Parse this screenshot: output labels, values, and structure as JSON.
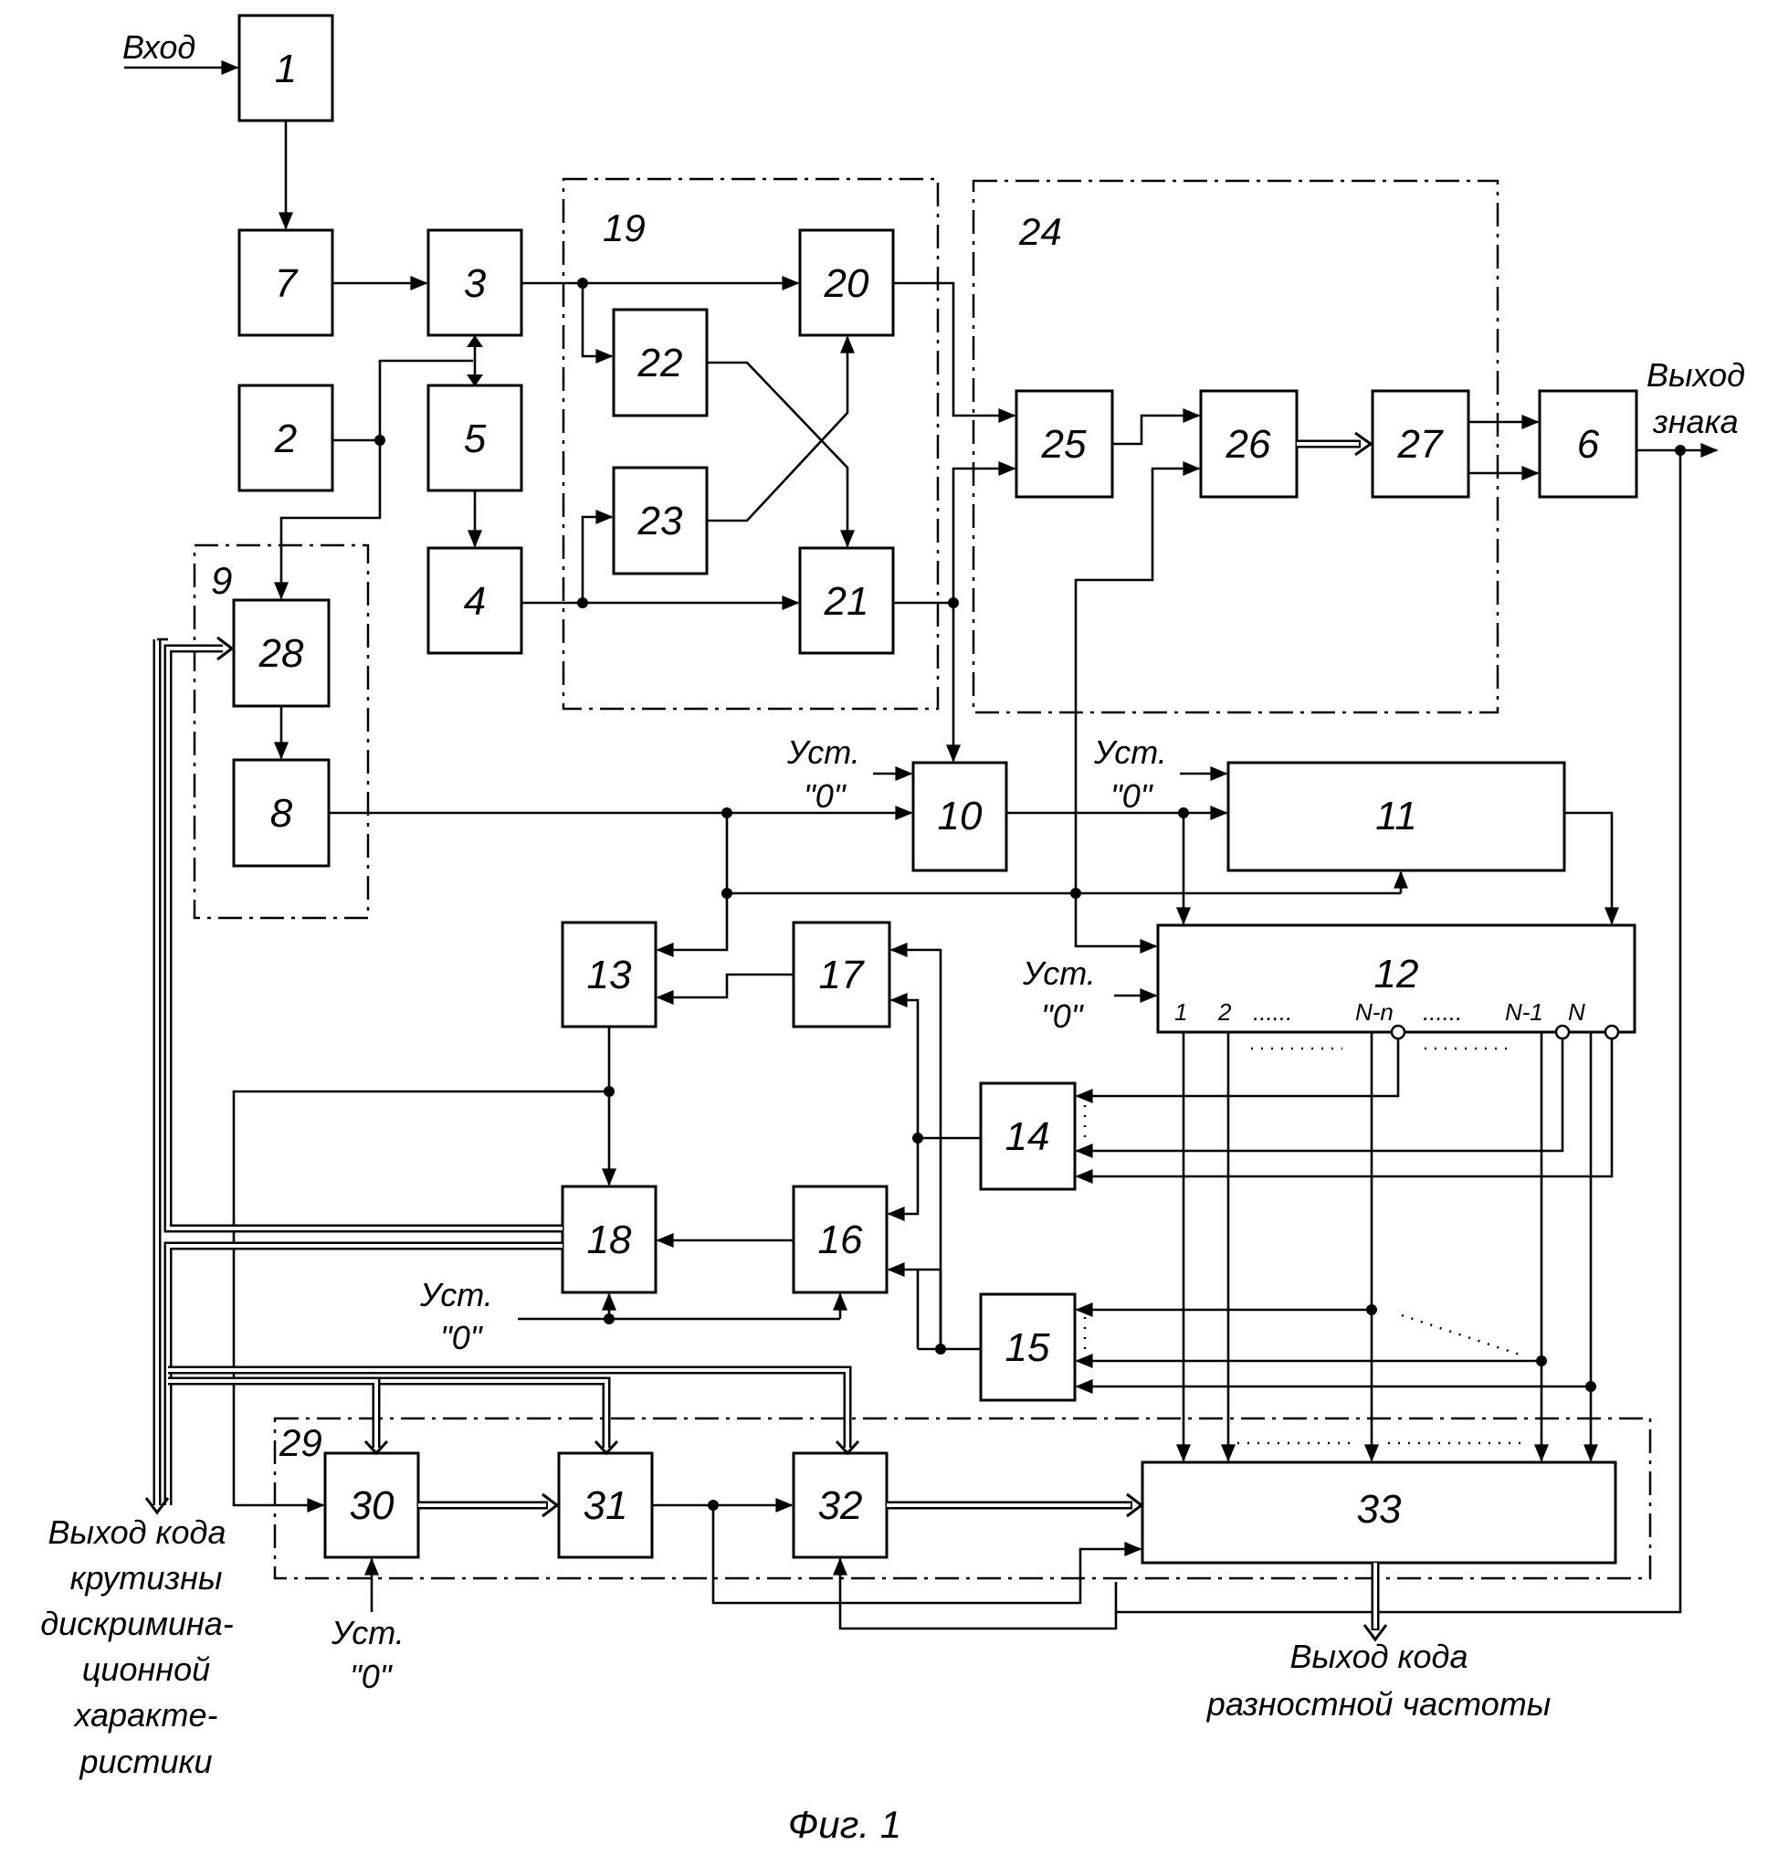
{
  "blocks": {
    "b1": "1",
    "b2": "2",
    "b3": "3",
    "b4": "4",
    "b5": "5",
    "b6": "6",
    "b7": "7",
    "b8": "8",
    "b10": "10",
    "b11": "11",
    "b12": "12",
    "b13": "13",
    "b14": "14",
    "b15": "15",
    "b16": "16",
    "b17": "17",
    "b18": "18",
    "b20": "20",
    "b21": "21",
    "b22": "22",
    "b23": "23",
    "b25": "25",
    "b26": "26",
    "b27": "27",
    "b28": "28",
    "b30": "30",
    "b31": "31",
    "b32": "32",
    "b33": "33"
  },
  "groups": {
    "g9": "9",
    "g19": "19",
    "g24": "24",
    "g29": "29"
  },
  "labels": {
    "input": "Вход",
    "reset_top": "Уст.",
    "reset_bottom": "\"0\"",
    "sign_output": [
      "Выход",
      "знака"
    ],
    "slope_output": [
      "Выход кода",
      "крутизны",
      "дискримина-",
      "ционной",
      "характе-",
      "ристики"
    ],
    "freq_output": [
      "Выход кода",
      "разностной частоты"
    ]
  },
  "counter_outputs": [
    "1",
    "2",
    "......",
    "N-n",
    "......",
    "N-1",
    "N"
  ],
  "caption": "Фиг. 1"
}
